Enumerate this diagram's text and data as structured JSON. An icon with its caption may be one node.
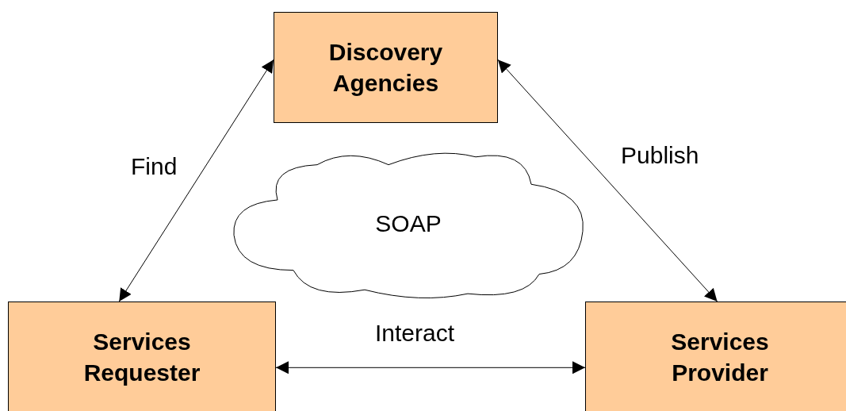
{
  "diagram": {
    "nodes": [
      {
        "text": [
          "Discovery Agencies"
        ]
      },
      {
        "text": [
          "SOAP"
        ]
      },
      {
        "text": [
          "Services Requester"
        ]
      },
      {
        "text": [
          "Services Provider"
        ]
      }
    ],
    "edges": [
      {
        "from": 2,
        "to": 0,
        "arrow": "both",
        "label": "Find"
      },
      {
        "from": 0,
        "to": 3,
        "arrow": "both",
        "label": "Publish"
      },
      {
        "from": 2,
        "to": 3,
        "arrow": "both",
        "label": "Interact"
      }
    ]
  }
}
